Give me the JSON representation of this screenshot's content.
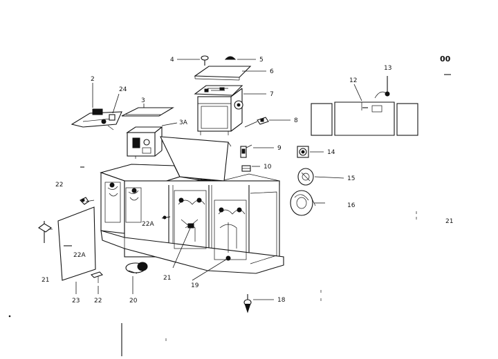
{
  "diagram": {
    "corner_label": "00",
    "part_labels": {
      "p4": "4",
      "p5": "5",
      "p6": "6",
      "p7": "7",
      "p8": "8",
      "p9": "9",
      "p10": "10",
      "p12": "12",
      "p13": "13",
      "p14": "14",
      "p15": "15",
      "p16": "16",
      "p2": "2",
      "p24": "24",
      "p3": "3",
      "p3a": "3A",
      "p22_left": "22",
      "p22a_mid": "22A",
      "p22a_door": "22A",
      "p21_left": "21",
      "p23": "23",
      "p22_bottom": "22",
      "p20": "20",
      "p21_mid": "21",
      "p19": "19",
      "p18": "18",
      "p21_right": "21"
    }
  }
}
